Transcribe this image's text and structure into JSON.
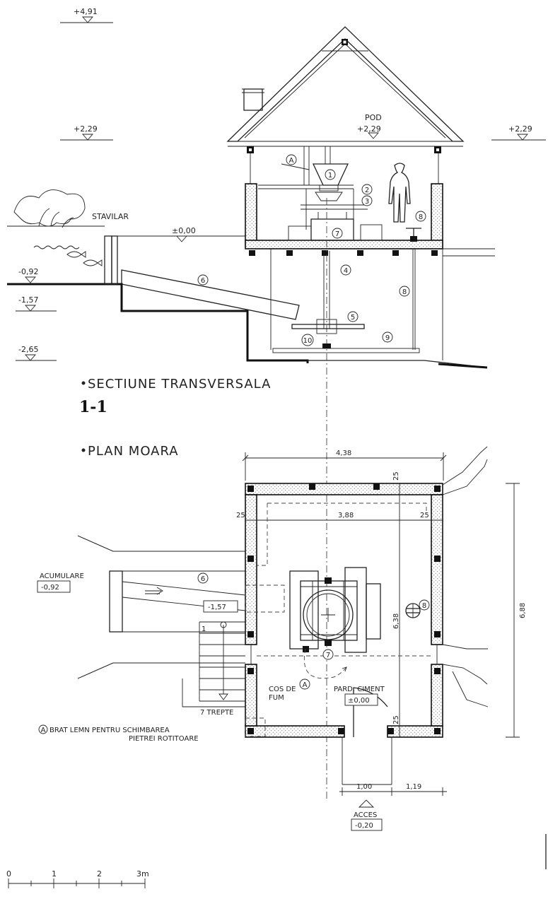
{
  "section": {
    "title": "SECTIUNE TRANSVERSALA",
    "number": "1-1",
    "levels": {
      "top": "+4,91",
      "left_mid": "+2,29",
      "right_mid": "+2,29",
      "pod_label": "POD",
      "pod_level": "+2,29",
      "zero": "±0,00",
      "m092": "-0,92",
      "m157": "-1,57",
      "m265": "-2,65"
    },
    "stavilar": "STAVILAR"
  },
  "plan": {
    "title": "PLAN MOARA",
    "dims": {
      "width_total": "4,38",
      "width_inner": "3,88",
      "wall_left": "25",
      "wall_right": "25",
      "wall_top": "25",
      "wall_bottom": "25",
      "height_inner": "6,38",
      "height_total": "6,88",
      "door": "1,00",
      "door_side": "1,19"
    },
    "acumulare_label": "ACUMULARE",
    "acumulare_level": "-0,92",
    "channel_level": "-1,57",
    "stairs_num": "1",
    "stairs_label": "7 TREPTE",
    "cos_line1": "COS DE",
    "cos_line2": "FUM",
    "pard_label": "PARD. CIMENT",
    "pard_level": "±0,00",
    "acces_label": "ACCES",
    "acces_level": "-0,20"
  },
  "note": {
    "line1": "BRAT LEMN PENTRU SCHIMBAREA",
    "line2": "PIETREI ROTITOARE"
  },
  "markers": {
    "m1": "1",
    "m2": "2",
    "m3": "3",
    "m4": "4",
    "m5": "5",
    "m6": "6",
    "m7": "7",
    "m8": "8",
    "m9": "9",
    "m10": "10",
    "mA": "A"
  },
  "scale": {
    "t0": "0",
    "t1": "1",
    "t2": "2",
    "t3": "3m"
  }
}
